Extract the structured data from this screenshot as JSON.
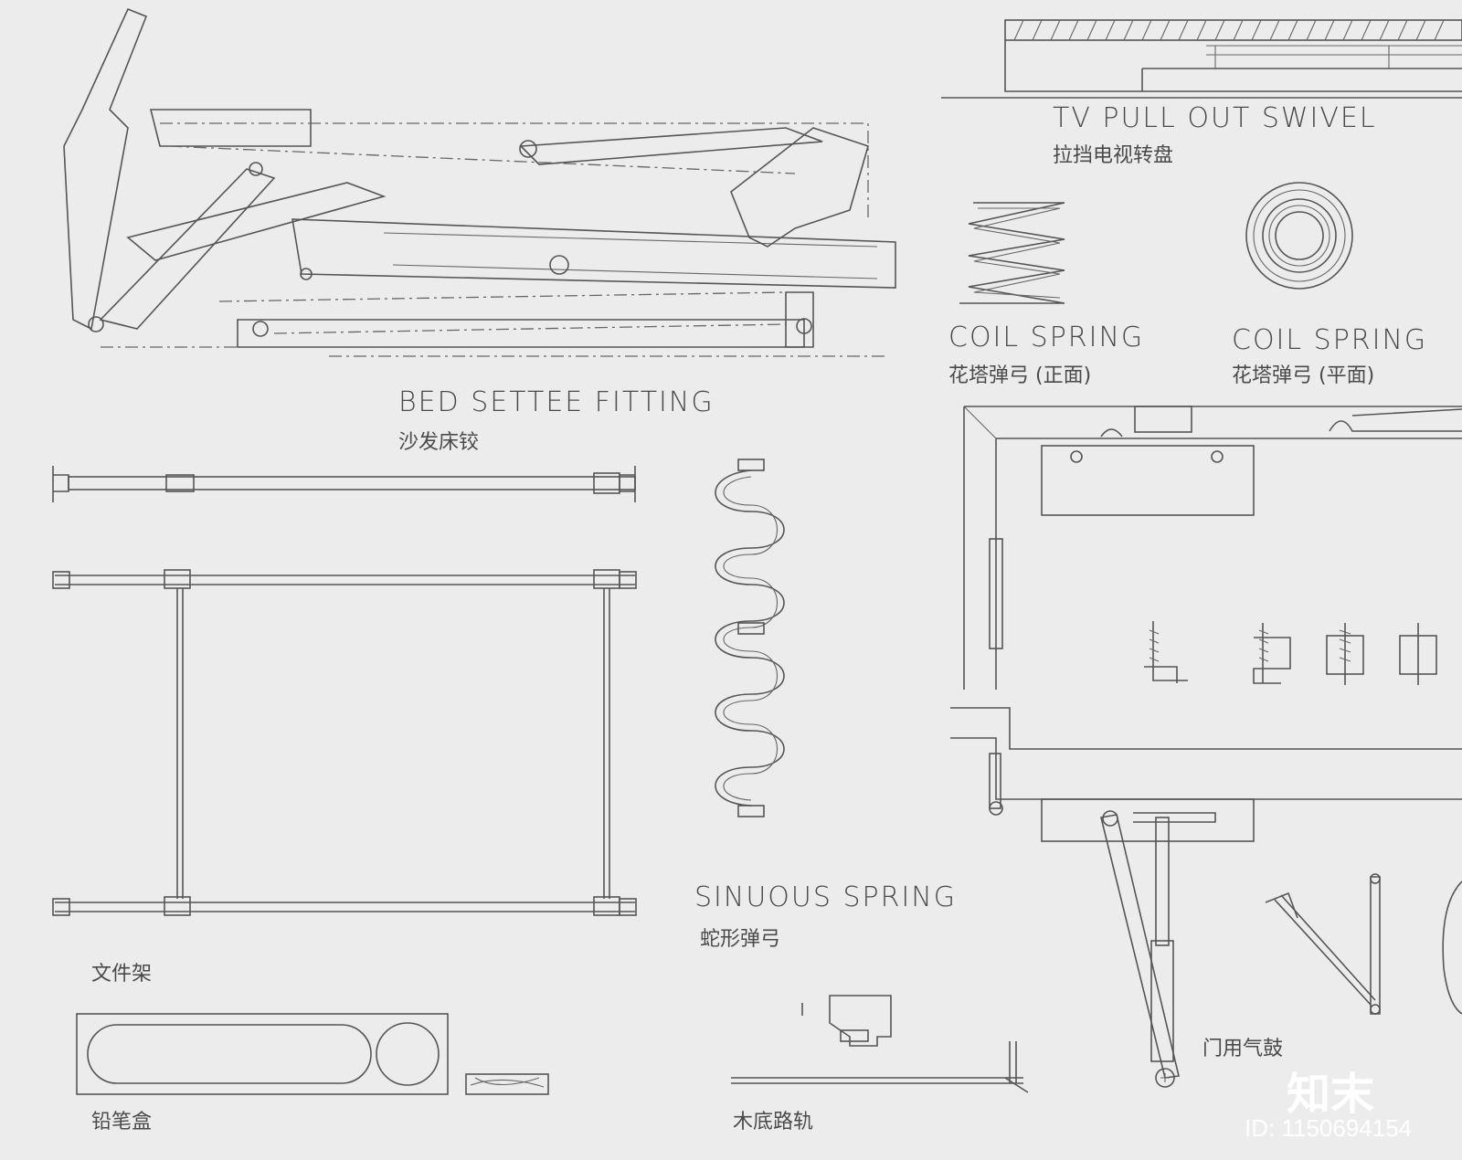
{
  "labels": {
    "bed_settee_en": "BED SETTEE FITTING",
    "bed_settee_cn": "沙发床铰",
    "tv_swivel_en": "TV PULL OUT SWIVEL",
    "tv_swivel_cn": "拉挡电视转盘",
    "coil_front_en": "COIL SPRING",
    "coil_front_cn": "花塔弹弓 (正面)",
    "coil_plan_en": "COIL SPRING",
    "coil_plan_cn": "花塔弹弓 (平面)",
    "sinuous_en": "SINUOUS SPRING",
    "sinuous_cn": "蛇形弹弓",
    "file_rack_cn": "文件架",
    "pencil_box_cn": "铅笔盒",
    "wood_rail_cn": "木底路轨",
    "gas_strut_cn": "门用气鼓"
  },
  "watermark": {
    "logo": "知末",
    "id": "ID: 1150694154"
  }
}
